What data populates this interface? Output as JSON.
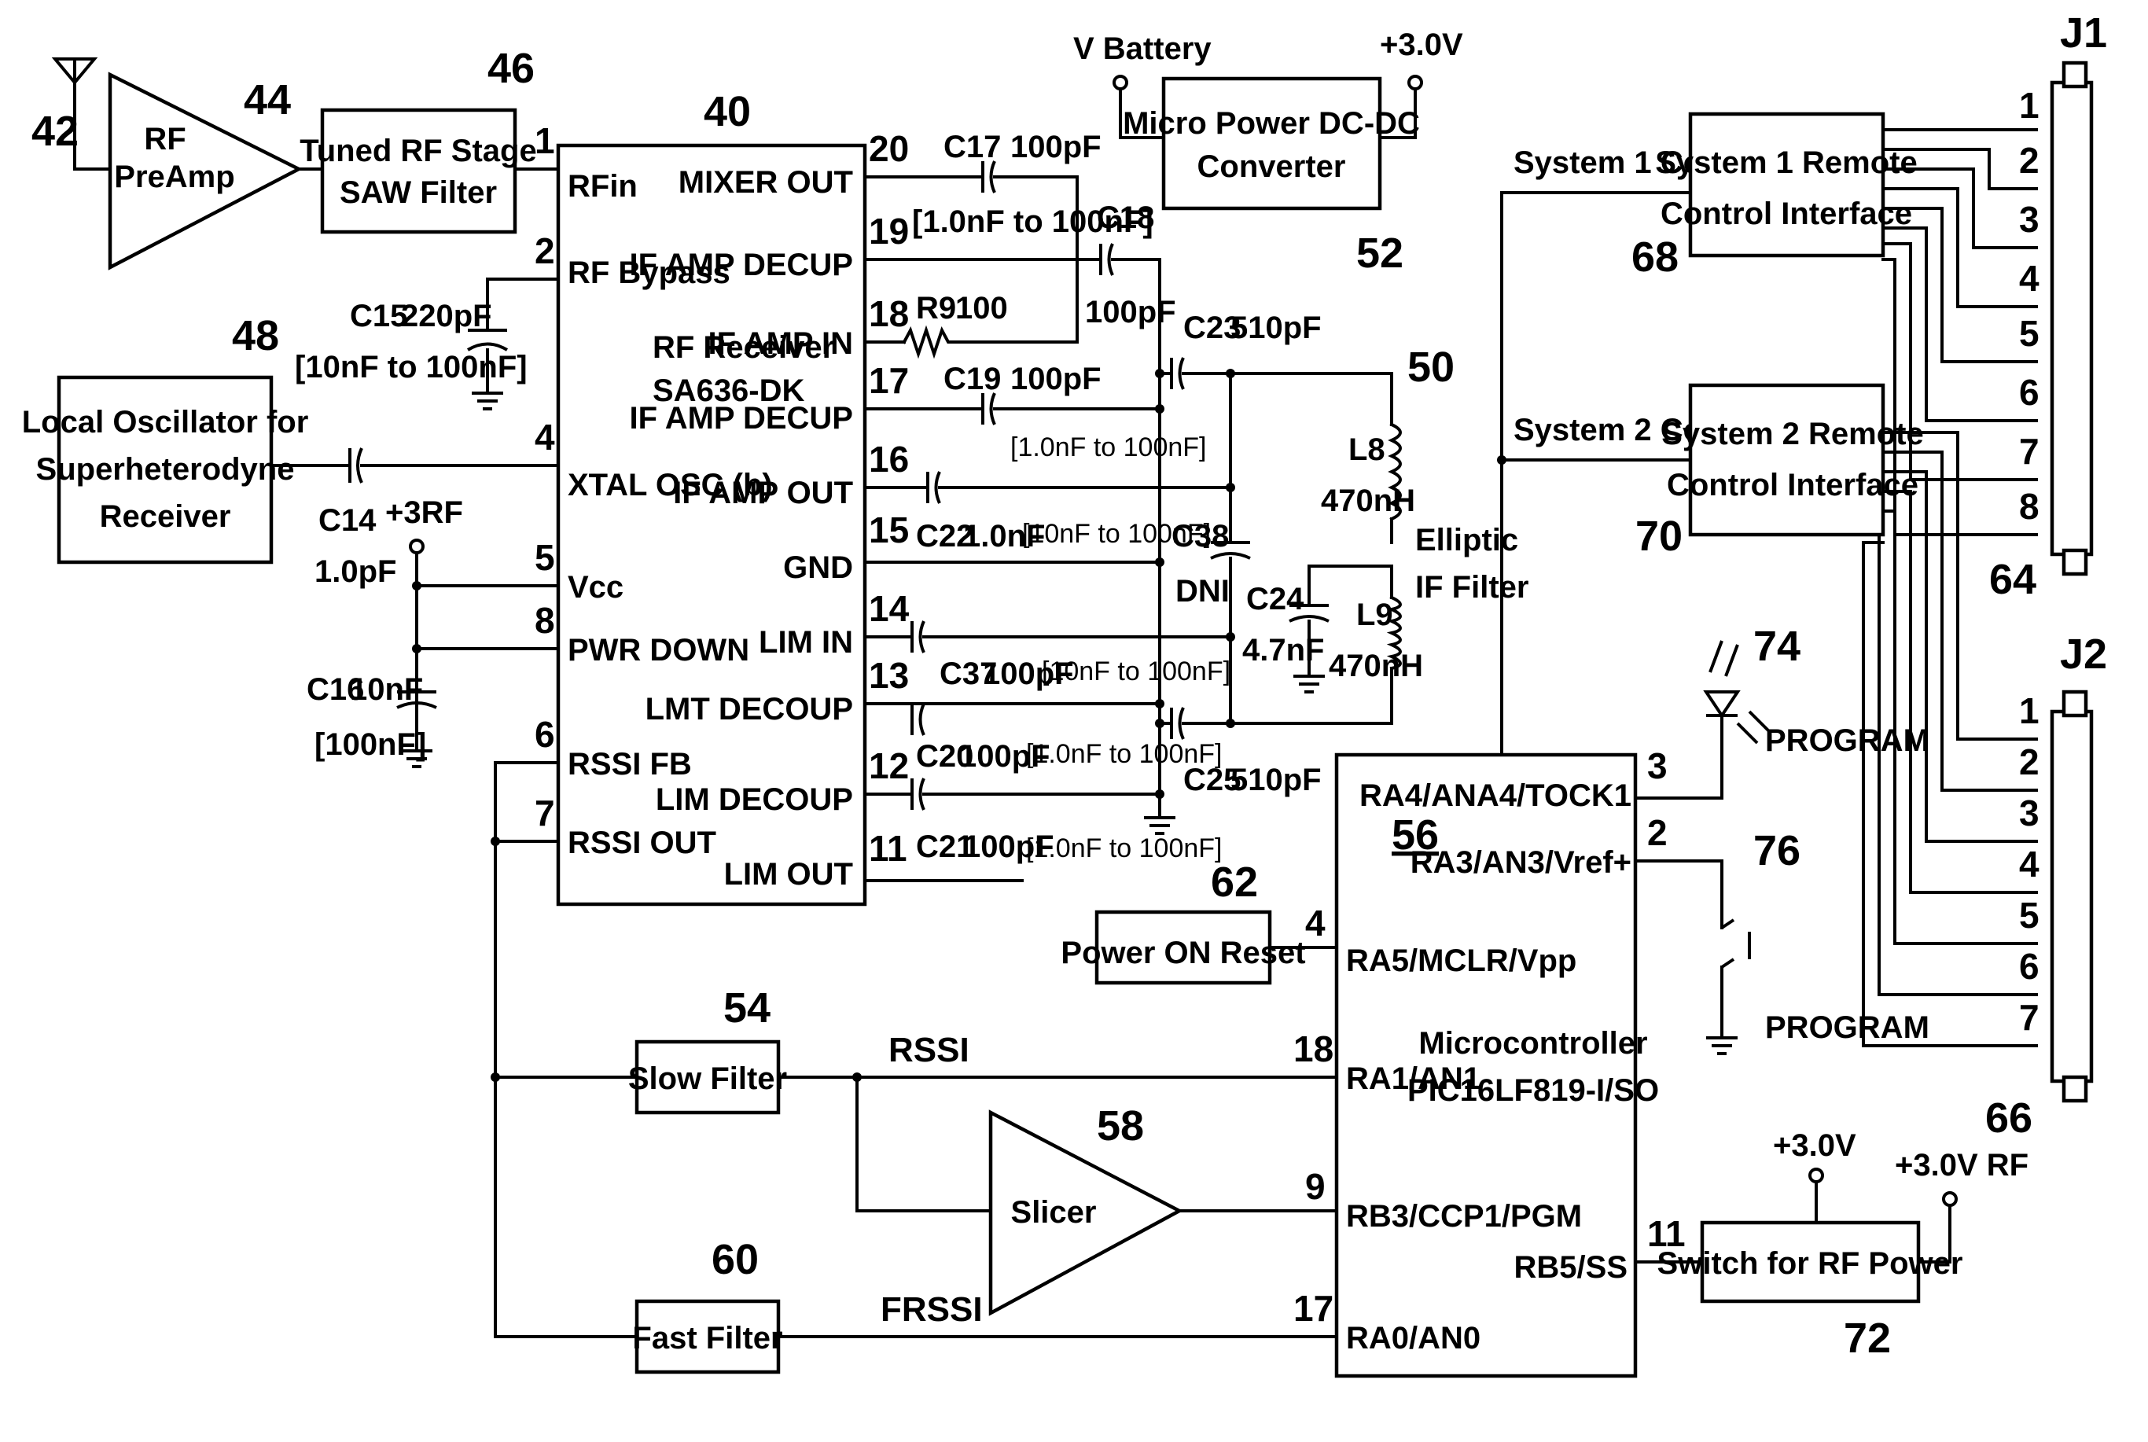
{
  "blocks": {
    "preamp": {
      "ref": "44",
      "line1": "RF",
      "line2": "PreAmp"
    },
    "antenna": {
      "ref": "42"
    },
    "saw": {
      "ref": "46",
      "line1": "Tuned RF Stage",
      "line2": "SAW Filter"
    },
    "lo": {
      "ref": "48",
      "line1": "Local Oscillator for",
      "line2": "Superheterodyne",
      "line3": "Receiver"
    },
    "receiver": {
      "ref": "40",
      "line1": "RF Receiver",
      "line2": "SA636-DK"
    },
    "dcdc": {
      "ref": "52",
      "line1": "Micro Power DC-DC",
      "line2": "Converter",
      "vin": "V Battery",
      "vout": "+3.0V"
    },
    "if_filter": {
      "ref": "50",
      "line1": "Elliptic",
      "line2": "IF Filter"
    },
    "sys1": {
      "ref": "68",
      "line1": "System 1 Remote",
      "line2": "Control Interface",
      "controls": "System 1 Controls"
    },
    "sys2": {
      "ref": "70",
      "line1": "System 2 Remote",
      "line2": "Control Interface",
      "controls": "System 2 Controls"
    },
    "j1": {
      "ref": "J1",
      "body_ref": "64",
      "pins": [
        "1",
        "2",
        "3",
        "4",
        "5",
        "6",
        "7",
        "8"
      ]
    },
    "j2": {
      "ref": "J2",
      "body_ref": "66",
      "pins": [
        "1",
        "2",
        "3",
        "4",
        "5",
        "6",
        "7"
      ]
    },
    "mcu": {
      "ref": "56",
      "line1": "Microcontroller",
      "line2": "PIC16LF819-I/SO"
    },
    "por": {
      "ref": "62",
      "label": "Power ON  Reset"
    },
    "slow": {
      "ref": "54",
      "label": "Slow Filter"
    },
    "slicer": {
      "ref": "58",
      "label": "Slicer"
    },
    "fast": {
      "ref": "60",
      "label": "Fast Filter"
    },
    "rfsw": {
      "ref": "72",
      "label": "Switch for RF Power",
      "vin": "+3.0V",
      "vout": "+3.0V RF"
    },
    "led": {
      "ref": "74",
      "label": "PROGRAM"
    },
    "button": {
      "ref": "76",
      "label": "PROGRAM"
    }
  },
  "receiver_pins_left": [
    {
      "num": "1",
      "name": "RFin"
    },
    {
      "num": "2",
      "name": "RF Bypass"
    },
    {
      "num": "4",
      "name": "XTAL OSC (b)"
    },
    {
      "num": "5",
      "name": "Vcc"
    },
    {
      "num": "8",
      "name": "PWR DOWN"
    },
    {
      "num": "6",
      "name": "RSSI FB"
    },
    {
      "num": "7",
      "name": "RSSI OUT"
    }
  ],
  "receiver_pins_right": [
    {
      "num": "20",
      "name": "MIXER OUT"
    },
    {
      "num": "19",
      "name": "IF AMP DECUP"
    },
    {
      "num": "18",
      "name": "IF AMP IN"
    },
    {
      "num": "17",
      "name": "IF AMP DECUP"
    },
    {
      "num": "16",
      "name": "IF AMP OUT"
    },
    {
      "num": "15",
      "name": "GND"
    },
    {
      "num": "14",
      "name": "LIM IN"
    },
    {
      "num": "13",
      "name": "LMT DECOUP"
    },
    {
      "num": "12",
      "name": "LIM DECOUP"
    },
    {
      "num": "11",
      "name": "LIM OUT"
    }
  ],
  "mcu_pins": [
    {
      "num": "3",
      "name": "RA4/ANA4/TOCK1"
    },
    {
      "num": "2",
      "name": "RA3/AN3/Vref+"
    },
    {
      "num": "4",
      "name": "RA5/MCLR/Vpp"
    },
    {
      "num": "18",
      "name": "RA1/AN1"
    },
    {
      "num": "9",
      "name": "RB3/CCP1/PGM"
    },
    {
      "num": "17",
      "name": "RA0/AN0"
    },
    {
      "num": "11",
      "name": "RB5/SS"
    }
  ],
  "components": {
    "c15": {
      "name": "C15",
      "value": "220pF",
      "range": "[10nF to 100nF]"
    },
    "c14": {
      "name": "C14",
      "value": "1.0pF"
    },
    "c16": {
      "name": "C16",
      "value": "10nF",
      "range": "[100nF]"
    },
    "rail_3rf": "+3RF",
    "c17": {
      "name": "C17",
      "value": "100pF",
      "range": "[1.0nF to 100nF]"
    },
    "c18": {
      "name": "C18",
      "value": "100pF"
    },
    "r9": {
      "name": "R9",
      "value": "100"
    },
    "c19": {
      "name": "C19",
      "value": "100pF",
      "range": "[1.0nF to 100nF]"
    },
    "c22": {
      "name": "C22",
      "value": "1.0nF",
      "range": "[10nF to 100nF]"
    },
    "c37": {
      "name": "C37",
      "value": "100pF",
      "range": "[10nF to 100nF]"
    },
    "c20": {
      "name": "C20",
      "value": "100pF",
      "range": "[1.0nF to 100nF]"
    },
    "c21": {
      "name": "C21",
      "value": "100pF",
      "range": "[1.0nF to 100nF]"
    },
    "c23": {
      "name": "C23",
      "value": "510pF"
    },
    "c25": {
      "name": "C25",
      "value": "510pF"
    },
    "c38": {
      "name": "C38",
      "value": "DNI"
    },
    "c24": {
      "name": "C24",
      "value": "4.7nF"
    },
    "l8": {
      "name": "L8",
      "value": "470nH"
    },
    "l9": {
      "name": "L9",
      "value": "470nH"
    }
  },
  "signals": {
    "rssi": "RSSI",
    "frssi": "FRSSI"
  }
}
